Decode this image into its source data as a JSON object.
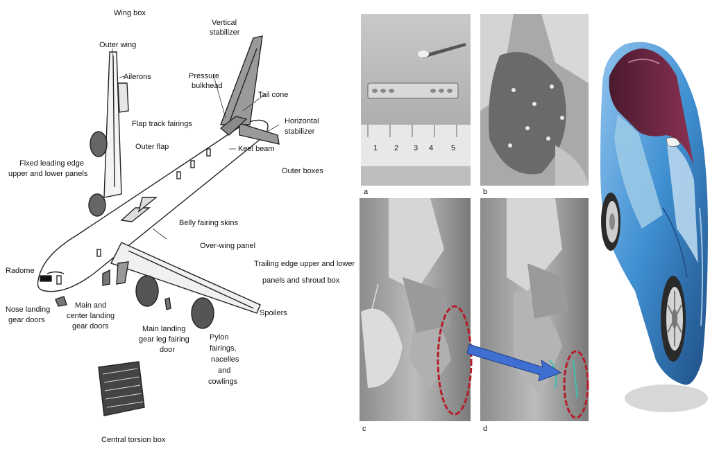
{
  "aircraft_labels": {
    "wing_box": "Wing box",
    "outer_wing": "Outer wing",
    "ailerons": "Ailerons",
    "vertical_stabilizer_1": "Vertical",
    "vertical_stabilizer_2": "stabilizer",
    "pressure_bulkhead_1": "Pressure",
    "pressure_bulkhead_2": "bulkhead",
    "tail_cone": "Tail cone",
    "flap_track_fairings": "Flap track fairings",
    "horizontal_stabilizer_1": "Horizontal",
    "horizontal_stabilizer_2": "stabilizer",
    "outer_flap": "Outer flap",
    "keel_beam": "Keel beam",
    "outer_boxes": "Outer boxes",
    "fixed_leading_edge_1": "Fixed leading edge",
    "fixed_leading_edge_2": "upper and lower panels",
    "belly_fairing_skins": "Belly fairing skins",
    "over_wing_panel": "Over-wing panel",
    "trailing_edge_1": "Trailing edge upper and lower",
    "trailing_edge_2": "panels and shroud box",
    "radome": "Radome",
    "nose_landing_1": "Nose landing",
    "nose_landing_2": "gear doors",
    "main_center_1": "Main and",
    "main_center_2": "center landing",
    "main_center_3": "gear doors",
    "main_landing_1": "Main landing",
    "main_landing_2": "gear leg fairing",
    "main_landing_3": "door",
    "spoilers": "Spoilers",
    "pylon_1": "Pylon",
    "pylon_2": "fairings,",
    "pylon_3": "nacelles",
    "pylon_4": "and",
    "pylon_5": "cowlings",
    "central_torsion_box": "Central torsion box"
  },
  "specimen_labels": {
    "ruler_ticks": [
      "1",
      "2",
      "3",
      "4",
      "5"
    ],
    "panel_a": "a",
    "panel_b": "b",
    "panel_c": "c",
    "panel_d": "d"
  },
  "colors": {
    "highlight_circle": "#b41e2a",
    "arrow": "#3f6fd0",
    "car_body": "#3f8fd1",
    "car_roof": "#6e2440",
    "line_art": "#222222"
  }
}
